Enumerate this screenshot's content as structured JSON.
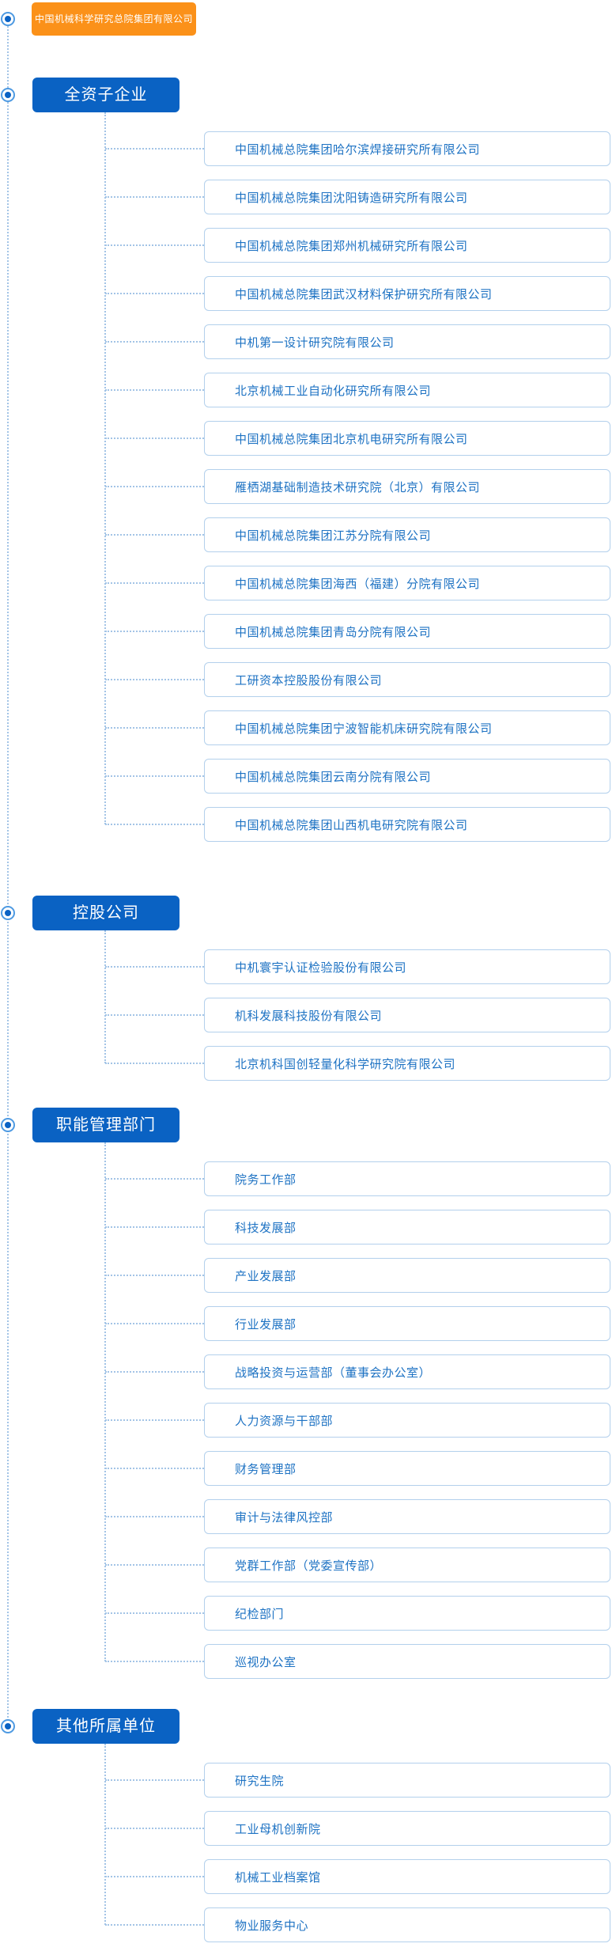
{
  "root": {
    "title": "中国机械科学研究总院集团有限公司"
  },
  "sections": [
    {
      "title": "全资子企业",
      "items": [
        "中国机械总院集团哈尔滨焊接研究所有限公司",
        "中国机械总院集团沈阳铸造研究所有限公司",
        "中国机械总院集团郑州机械研究所有限公司",
        "中国机械总院集团武汉材料保护研究所有限公司",
        "中机第一设计研究院有限公司",
        "北京机械工业自动化研究所有限公司",
        "中国机械总院集团北京机电研究所有限公司",
        "雁栖湖基础制造技术研究院（北京）有限公司",
        "中国机械总院集团江苏分院有限公司",
        "中国机械总院集团海西（福建）分院有限公司",
        "中国机械总院集团青岛分院有限公司",
        "工研资本控股股份有限公司",
        "中国机械总院集团宁波智能机床研究院有限公司",
        "中国机械总院集团云南分院有限公司",
        "中国机械总院集团山西机电研究院有限公司"
      ]
    },
    {
      "title": "控股公司",
      "items": [
        "中机寰宇认证检验股份有限公司",
        "机科发展科技股份有限公司",
        "北京机科国创轻量化科学研究院有限公司"
      ]
    },
    {
      "title": "职能管理部门",
      "items": [
        "院务工作部",
        "科技发展部",
        "产业发展部",
        "行业发展部",
        "战略投资与运营部（董事会办公室）",
        "人力资源与干部部",
        "财务管理部",
        "审计与法律风控部",
        "党群工作部（党委宣传部）",
        "纪检部门",
        "巡视办公室"
      ]
    },
    {
      "title": "其他所属单位",
      "items": [
        "研究生院",
        "工业母机创新院",
        "机械工业档案馆",
        "物业服务中心"
      ]
    }
  ],
  "icons": {
    "bullet": "radio-bullet-icon"
  },
  "colors": {
    "root_background": "#fb9119",
    "section_background": "#0a62c3",
    "item_text": "#1d72c3",
    "item_border": "#b3d0ec",
    "connector": "#a3c4e6",
    "bullet_ring": "#4e9ae2",
    "bullet_dot": "#0a62c4"
  }
}
